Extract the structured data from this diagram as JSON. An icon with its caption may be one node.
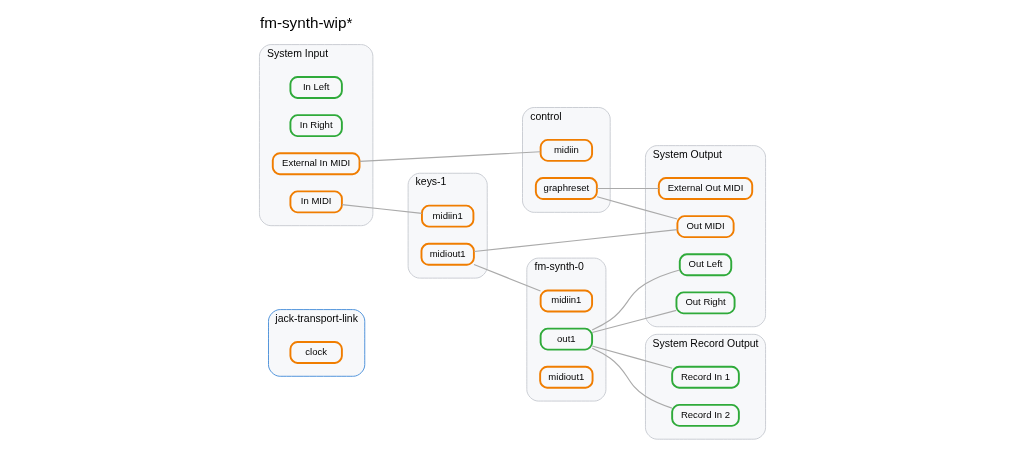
{
  "diagram": {
    "title": "fm-synth-wip*",
    "nodes": [
      {
        "text": [
          "jack-transport-link"
        ]
      },
      {
        "text": [
          "clock"
        ],
        "in": 0
      },
      {
        "text": [
          "System Input"
        ]
      },
      {
        "text": [
          "In Left"
        ],
        "in": 2
      },
      {
        "text": [
          "In Right"
        ],
        "in": 2
      },
      {
        "text": [
          "External In MIDI"
        ],
        "in": 2
      },
      {
        "text": [
          "In MIDI"
        ],
        "in": 2
      },
      {
        "text": [
          "keys-1"
        ]
      },
      {
        "text": [
          "midiin1"
        ],
        "in": 7
      },
      {
        "text": [
          "midiout1"
        ],
        "in": 7
      },
      {
        "text": [
          "fm-synth-0"
        ]
      },
      {
        "text": [
          "midiin1"
        ],
        "in": 10
      },
      {
        "text": [
          "out1"
        ],
        "in": 10
      },
      {
        "text": [
          "midiout1"
        ],
        "in": 10
      },
      {
        "text": [
          "System Record Output"
        ]
      },
      {
        "text": [
          "Record In 1"
        ],
        "in": 14
      },
      {
        "text": [
          "Record In 2"
        ],
        "in": 14
      },
      {
        "text": [
          "System Output"
        ]
      },
      {
        "text": [
          "Out Left"
        ],
        "in": 17
      },
      {
        "text": [
          "Out Right"
        ],
        "in": 17
      },
      {
        "text": [
          "External Out MIDI"
        ],
        "in": 17
      },
      {
        "text": [
          "Out MIDI"
        ],
        "in": 17
      },
      {
        "text": [
          "control"
        ]
      },
      {
        "text": [
          "midiin"
        ],
        "in": 22
      },
      {
        "text": [
          "graphreset"
        ],
        "in": 22
      }
    ],
    "edges": [
      {
        "from": 6,
        "to": 8,
        "arrow": "none"
      },
      {
        "from": 5,
        "to": 23,
        "arrow": "none"
      },
      {
        "from": 9,
        "to": 11,
        "arrow": "none"
      },
      {
        "from": 9,
        "to": 21,
        "arrow": "none"
      },
      {
        "from": 12,
        "to": 15,
        "arrow": "none"
      },
      {
        "from": 12,
        "to": 16,
        "arrow": "none"
      },
      {
        "from": 12,
        "to": 18,
        "arrow": "none"
      },
      {
        "from": 12,
        "to": 19,
        "arrow": "none"
      },
      {
        "from": 24,
        "to": 20,
        "arrow": "none"
      },
      {
        "from": 24,
        "to": 21,
        "arrow": "none"
      }
    ]
  }
}
